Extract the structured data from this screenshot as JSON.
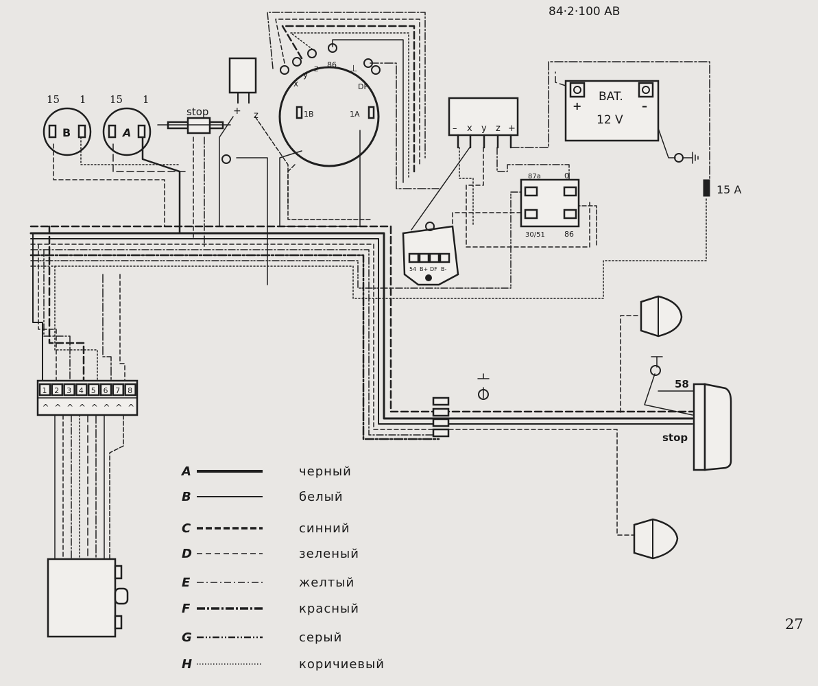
{
  "header": {
    "code": "84·2·100 AB"
  },
  "page_number": "27",
  "gauges": {
    "B": {
      "letter": "B",
      "pin_left": "15",
      "pin_right": "1"
    },
    "A": {
      "letter": "A",
      "pin_left": "15",
      "pin_right": "1"
    }
  },
  "stop_switch": {
    "label": "stop",
    "plus": "+",
    "z": "z"
  },
  "generator": {
    "terminals": [
      "x",
      "y",
      "z",
      "86",
      "⊥",
      "DF"
    ],
    "pin_1b": "1B",
    "pin_1a": "1A"
  },
  "regulator": {
    "terminals": [
      "–",
      "x",
      "y",
      "z",
      "+"
    ]
  },
  "battery": {
    "label": "BAT.",
    "voltage": "12 V",
    "plus": "+",
    "minus": "–"
  },
  "fuse": {
    "rating": "15 A"
  },
  "relay": {
    "pin_87a": "87a",
    "pin_0": "0",
    "pin_30_51": "30/51",
    "pin_86": "86"
  },
  "switch_block": {
    "pins": [
      "54",
      "B+",
      "DF",
      "B-"
    ]
  },
  "tail_lamp": {
    "pin_58": "58",
    "stop": "stop"
  },
  "connector": {
    "pins": [
      "1",
      "2",
      "3",
      "4",
      "5",
      "6",
      "7",
      "8"
    ]
  },
  "legend": [
    {
      "letter": "A",
      "name": "черный",
      "pattern": "thick-solid"
    },
    {
      "letter": "B",
      "name": "белый",
      "pattern": "thin-solid"
    },
    {
      "letter": "C",
      "name": "синний",
      "pattern": "thick-dash"
    },
    {
      "letter": "D",
      "name": "зеленый",
      "pattern": "thin-dash"
    },
    {
      "letter": "E",
      "name": "желтый",
      "pattern": "dash-dot"
    },
    {
      "letter": "F",
      "name": "красный",
      "pattern": "thick-dash-dot"
    },
    {
      "letter": "G",
      "name": "серый",
      "pattern": "dash-dot-dot"
    },
    {
      "letter": "H",
      "name": "коричиевый",
      "pattern": "dotted"
    }
  ]
}
